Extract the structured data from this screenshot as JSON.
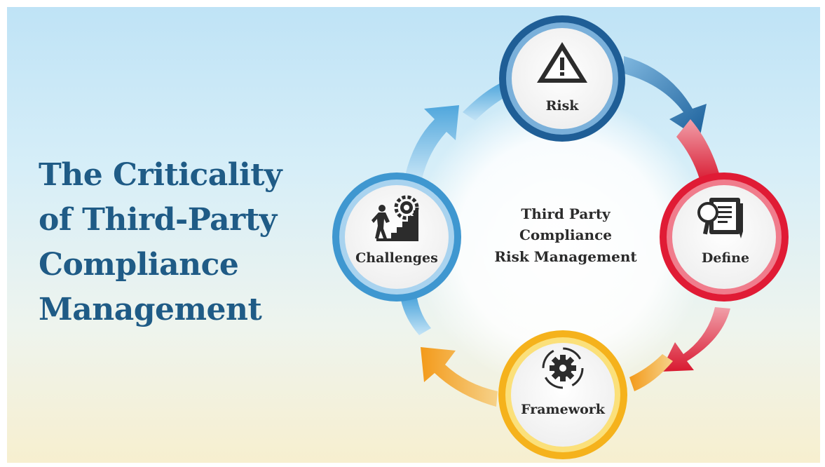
{
  "title_lines": [
    "The Criticality",
    "of Third-Party",
    "Compliance",
    "Management"
  ],
  "center_lines": [
    "Third Party",
    "Compliance",
    "Risk Management"
  ],
  "nodes": {
    "risk": {
      "label": "Risk",
      "icon": "warning-triangle-icon",
      "ring_color": "#1f5e96"
    },
    "define": {
      "label": "Define",
      "icon": "document-magnifier-icon",
      "ring_color": "#e01b35"
    },
    "framework": {
      "label": "Framework",
      "icon": "gear-cycle-icon",
      "ring_color": "#f5b21c"
    },
    "challenges": {
      "label": "Challenges",
      "icon": "climbing-gear-icon",
      "ring_color": "#3f97d0"
    }
  },
  "colors": {
    "title": "#1f5b86",
    "arrow_blue": "#1f6aa5",
    "arrow_red": "#e23548",
    "arrow_orange": "#f4a020",
    "arrow_lightblue": "#5fb0e0"
  }
}
